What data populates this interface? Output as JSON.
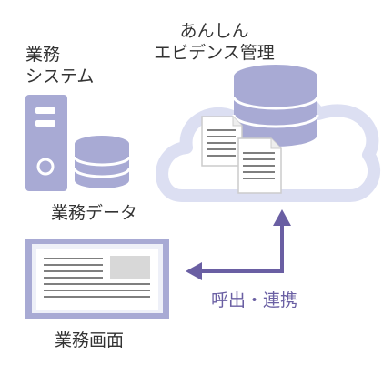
{
  "labels": {
    "business_system": [
      "業務",
      "システム"
    ],
    "anshin_evidence": [
      "あんしん",
      "エビデンス管理"
    ],
    "business_data": "業務データ",
    "business_screen": "業務画面",
    "link": "呼出・連携"
  },
  "colors": {
    "cloud_outline": "#dcdff2",
    "cylinder": "#a8aad4",
    "server": "#a8aad4",
    "arrow": "#6a5fa3",
    "screen_frame": "#a8aad4",
    "screen_inner": "#eef0f8"
  }
}
